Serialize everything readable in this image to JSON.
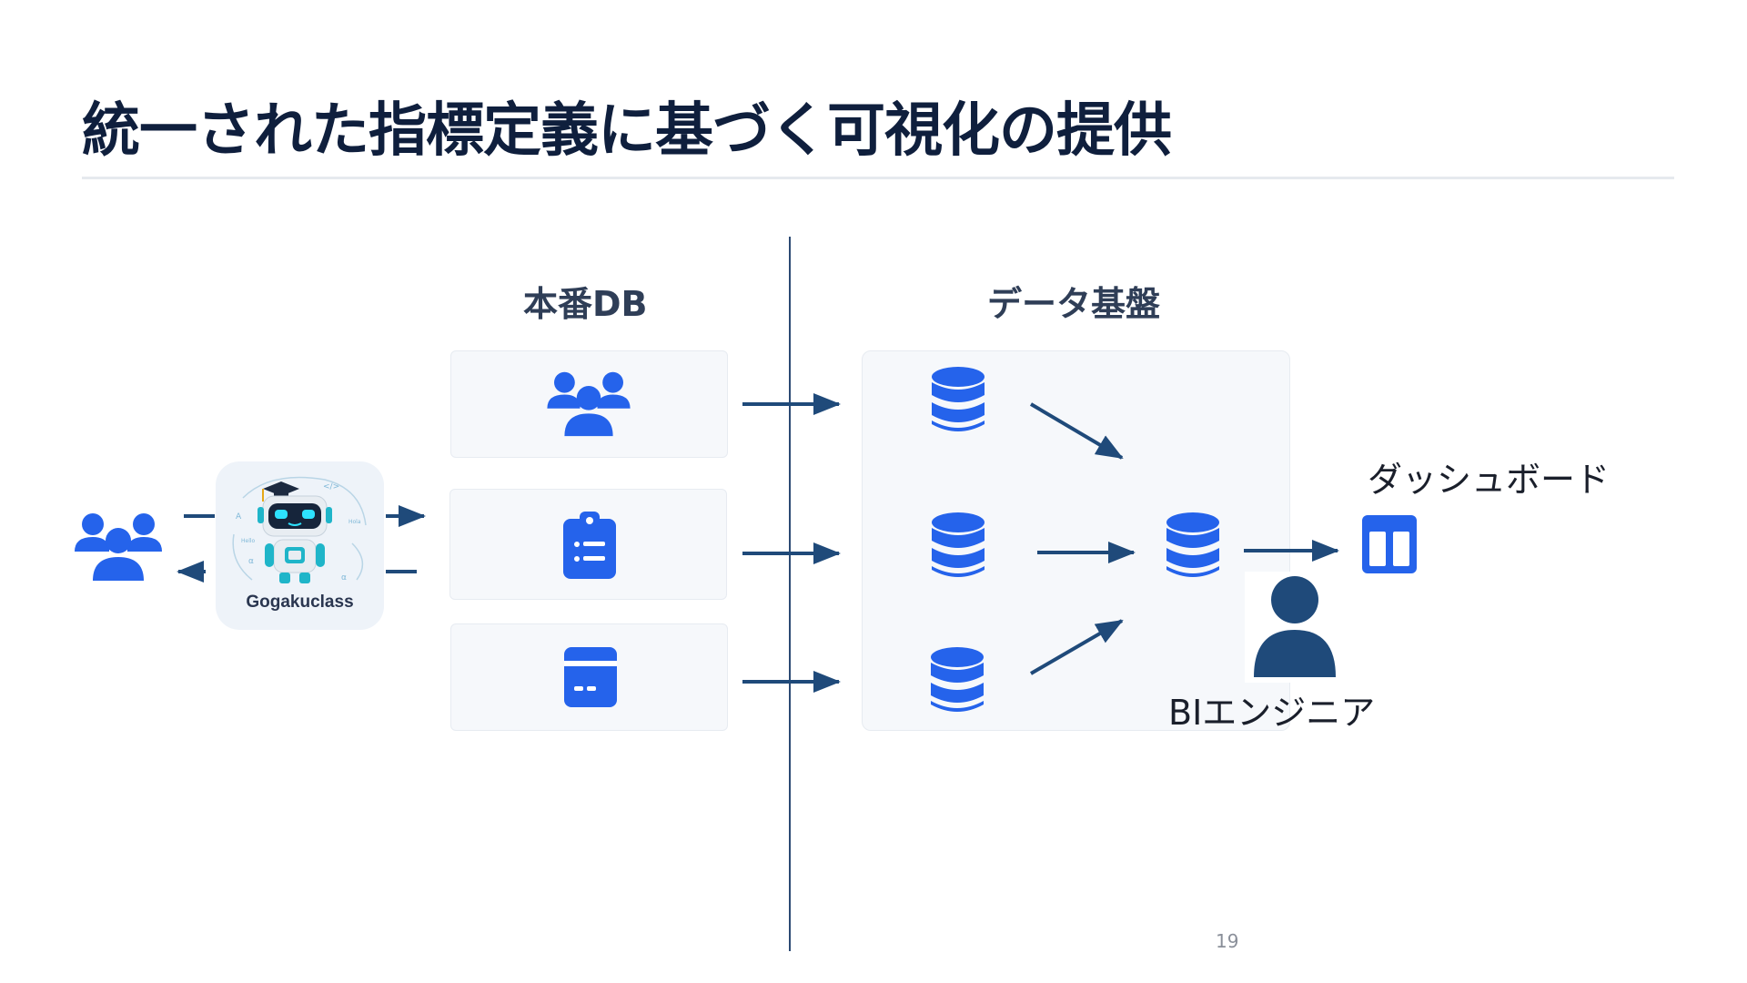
{
  "slide": {
    "title": "統一された指標定義に基づく可視化の提供",
    "page_number": "19"
  },
  "sections": {
    "production_db": "本番DB",
    "data_platform": "データ基盤"
  },
  "nodes": {
    "app_name": "Gogakuclass",
    "dashboard_label": "ダッシュボード",
    "bi_engineer_label": "BIエンジニア"
  },
  "colors": {
    "accent_blue": "#2563eb",
    "navy": "#1f4a7a",
    "box_bg": "#f6f8fb"
  },
  "icons": [
    "users-icon",
    "robot-icon",
    "clipboard-list-icon",
    "card-icon",
    "database-icon",
    "dashboard-columns-icon",
    "person-icon"
  ]
}
